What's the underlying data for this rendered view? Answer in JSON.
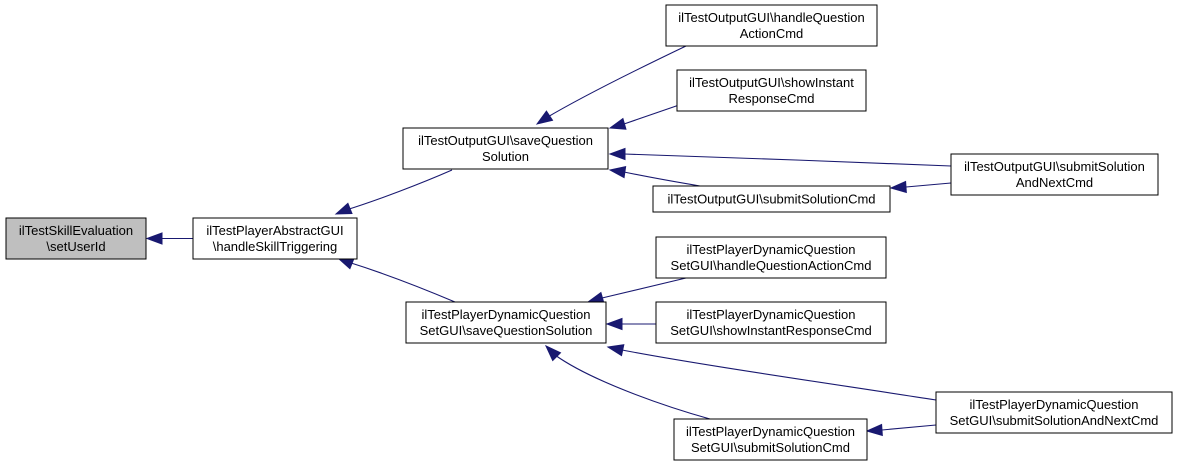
{
  "diagram": {
    "nodes": [
      {
        "id": "setUserId",
        "lines": [
          "ilTestSkillEvaluation",
          "\\setUserId"
        ],
        "highlighted": true
      },
      {
        "id": "handleSkillTriggering",
        "lines": [
          "ilTestPlayerAbstractGUI",
          "\\handleSkillTriggering"
        ]
      },
      {
        "id": "out_saveQuestionSolution",
        "lines": [
          "ilTestOutputGUI\\saveQuestion",
          "Solution"
        ]
      },
      {
        "id": "dyn_saveQuestionSolution",
        "lines": [
          "ilTestPlayerDynamicQuestion",
          "SetGUI\\saveQuestionSolution"
        ]
      },
      {
        "id": "out_handleQuestionActionCmd",
        "lines": [
          "ilTestOutputGUI\\handleQuestion",
          "ActionCmd"
        ]
      },
      {
        "id": "out_showInstantResponseCmd",
        "lines": [
          "ilTestOutputGUI\\showInstant",
          "ResponseCmd"
        ]
      },
      {
        "id": "out_submitSolutionCmd",
        "lines": [
          "ilTestOutputGUI\\submitSolutionCmd"
        ]
      },
      {
        "id": "out_submitSolutionAndNextCmd",
        "lines": [
          "ilTestOutputGUI\\submitSolution",
          "AndNextCmd"
        ]
      },
      {
        "id": "dyn_handleQuestionActionCmd",
        "lines": [
          "ilTestPlayerDynamicQuestion",
          "SetGUI\\handleQuestionActionCmd"
        ]
      },
      {
        "id": "dyn_showInstantResponseCmd",
        "lines": [
          "ilTestPlayerDynamicQuestion",
          "SetGUI\\showInstantResponseCmd"
        ]
      },
      {
        "id": "dyn_submitSolutionCmd",
        "lines": [
          "ilTestPlayerDynamicQuestion",
          "SetGUI\\submitSolutionCmd"
        ]
      },
      {
        "id": "dyn_submitSolutionAndNextCmd",
        "lines": [
          "ilTestPlayerDynamicQuestion",
          "SetGUI\\submitSolutionAndNextCmd"
        ]
      }
    ],
    "edges": [
      {
        "from": "handleSkillTriggering",
        "to": "setUserId"
      },
      {
        "from": "out_saveQuestionSolution",
        "to": "handleSkillTriggering"
      },
      {
        "from": "dyn_saveQuestionSolution",
        "to": "handleSkillTriggering"
      },
      {
        "from": "out_handleQuestionActionCmd",
        "to": "out_saveQuestionSolution"
      },
      {
        "from": "out_showInstantResponseCmd",
        "to": "out_saveQuestionSolution"
      },
      {
        "from": "out_submitSolutionAndNextCmd",
        "to": "out_saveQuestionSolution"
      },
      {
        "from": "out_submitSolutionCmd",
        "to": "out_saveQuestionSolution"
      },
      {
        "from": "out_submitSolutionAndNextCmd",
        "to": "out_submitSolutionCmd"
      },
      {
        "from": "dyn_handleQuestionActionCmd",
        "to": "dyn_saveQuestionSolution"
      },
      {
        "from": "dyn_showInstantResponseCmd",
        "to": "dyn_saveQuestionSolution"
      },
      {
        "from": "dyn_submitSolutionAndNextCmd",
        "to": "dyn_saveQuestionSolution"
      },
      {
        "from": "dyn_submitSolutionCmd",
        "to": "dyn_saveQuestionSolution"
      },
      {
        "from": "dyn_submitSolutionAndNextCmd",
        "to": "dyn_submitSolutionCmd"
      }
    ],
    "colors": {
      "edge": "#191970",
      "highlight_fill": "#bfbfbf",
      "node_fill": "#ffffff",
      "border": "#000000"
    }
  }
}
